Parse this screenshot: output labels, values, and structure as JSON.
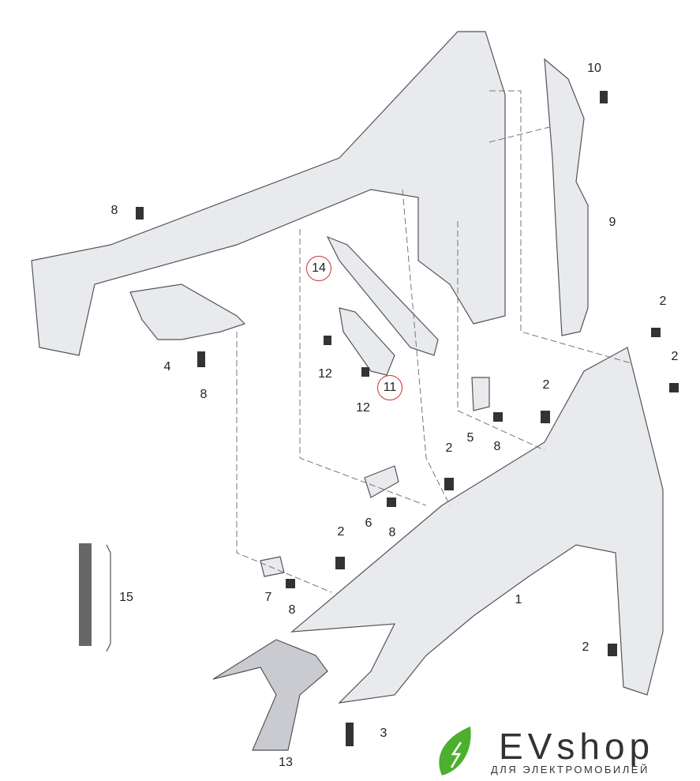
{
  "labels": {
    "p1": "1",
    "p2a": "2",
    "p2b": "2",
    "p2c": "2",
    "p2d": "2",
    "p2e": "2",
    "p2f": "2",
    "p3": "3",
    "p4": "4",
    "p5": "5",
    "p6": "6",
    "p7": "7",
    "p8a": "8",
    "p8b": "8",
    "p8c": "8",
    "p8d": "8",
    "p8e": "8",
    "p9": "9",
    "p10": "10",
    "p11": "11",
    "p12a": "12",
    "p12b": "12",
    "p13": "13",
    "p14": "14",
    "p15": "15"
  },
  "highlighted_parts": [
    "11",
    "14"
  ],
  "colors": {
    "highlight": "#d03030",
    "part_fill": "#e6e8ec",
    "leaf_green": "#4caf2e"
  },
  "logo": {
    "name": "EVshop",
    "tagline": "ДЛЯ ЭЛЕКТРОМОБИЛЕЙ"
  }
}
